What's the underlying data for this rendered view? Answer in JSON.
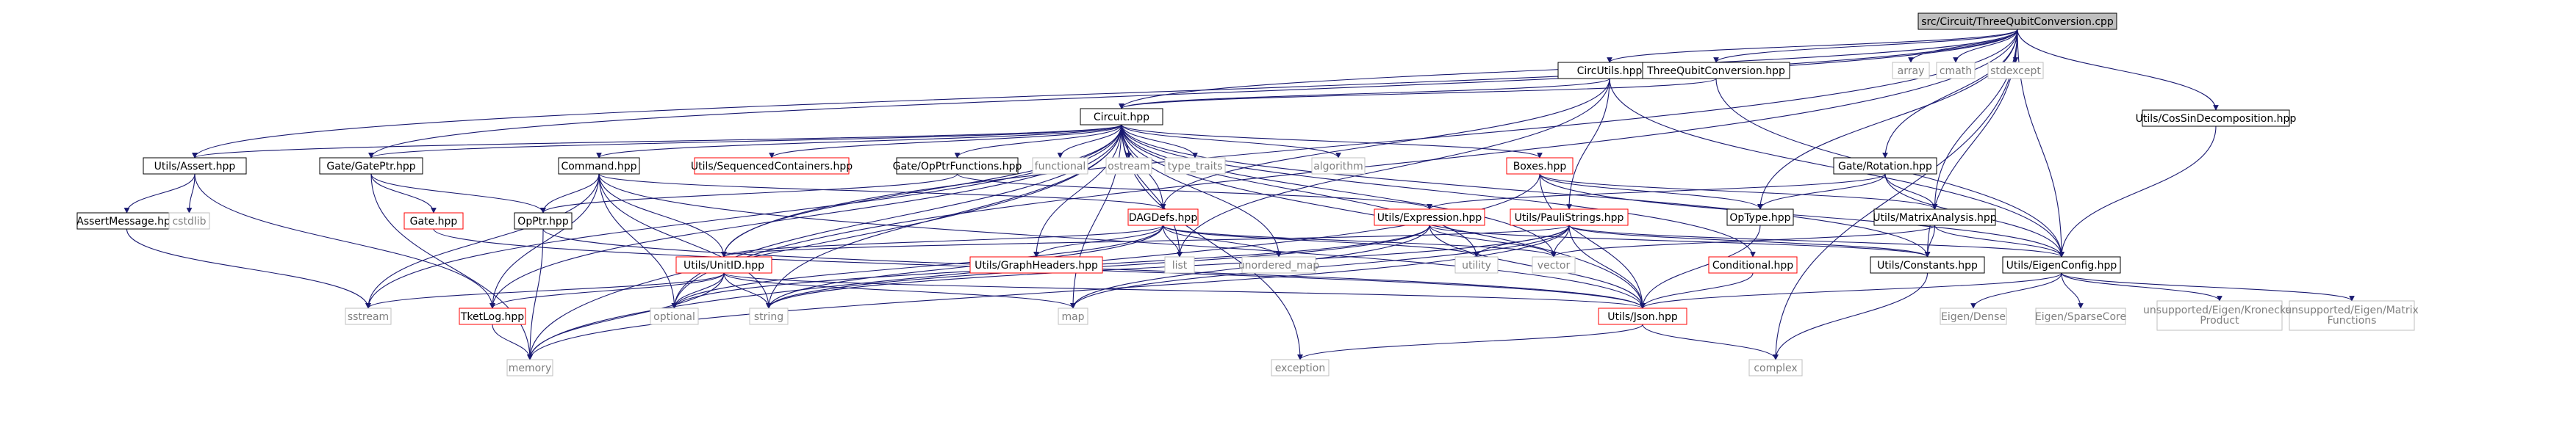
{
  "diagram": {
    "title": "src/Circuit/ThreeQubitConversion.cpp",
    "colors": {
      "edge": "#191970",
      "root_fill": "#bfbfbf",
      "root_border": "#000000",
      "node_border": "#000000",
      "truncated_border": "#ff0000",
      "system_border": "#bfbfbf",
      "system_text": "#7f7f7f",
      "text": "#000000"
    },
    "nodes": [
      {
        "id": "root",
        "label": "src/Circuit/ThreeQubitConversion.cpp",
        "kind": "root"
      },
      {
        "id": "circutils",
        "label": "CircUtils.hpp",
        "kind": "normal"
      },
      {
        "id": "tqc",
        "label": "ThreeQubitConversion.hpp",
        "kind": "normal"
      },
      {
        "id": "array",
        "label": "array",
        "kind": "system"
      },
      {
        "id": "cmath",
        "label": "cmath",
        "kind": "system"
      },
      {
        "id": "stdexcept",
        "label": "stdexcept",
        "kind": "system"
      },
      {
        "id": "cossin",
        "label": "Utils/CosSinDecomposition.hpp",
        "kind": "normal"
      },
      {
        "id": "circuit",
        "label": "Circuit.hpp",
        "kind": "normal"
      },
      {
        "id": "assert",
        "label": "Utils/Assert.hpp",
        "kind": "normal"
      },
      {
        "id": "gateptr",
        "label": "Gate/GatePtr.hpp",
        "kind": "normal"
      },
      {
        "id": "command",
        "label": "Command.hpp",
        "kind": "normal"
      },
      {
        "id": "seqcont",
        "label": "Utils/SequencedContainers.hpp",
        "kind": "truncated"
      },
      {
        "id": "opptrfn",
        "label": "Gate/OpPtrFunctions.hpp",
        "kind": "normal"
      },
      {
        "id": "functional",
        "label": "functional",
        "kind": "system"
      },
      {
        "id": "ostream",
        "label": "ostream",
        "kind": "system"
      },
      {
        "id": "typetraits",
        "label": "type_traits",
        "kind": "system"
      },
      {
        "id": "algorithm",
        "label": "algorithm",
        "kind": "system"
      },
      {
        "id": "boxes",
        "label": "Boxes.hpp",
        "kind": "truncated"
      },
      {
        "id": "rotation",
        "label": "Gate/Rotation.hpp",
        "kind": "normal"
      },
      {
        "id": "assertmsg",
        "label": "AssertMessage.hpp",
        "kind": "normal"
      },
      {
        "id": "cstdlib",
        "label": "cstdlib",
        "kind": "system"
      },
      {
        "id": "gate",
        "label": "Gate.hpp",
        "kind": "truncated"
      },
      {
        "id": "opptr",
        "label": "OpPtr.hpp",
        "kind": "normal"
      },
      {
        "id": "dagdefs",
        "label": "DAGDefs.hpp",
        "kind": "truncated"
      },
      {
        "id": "expression",
        "label": "Utils/Expression.hpp",
        "kind": "truncated"
      },
      {
        "id": "paulistrings",
        "label": "Utils/PauliStrings.hpp",
        "kind": "truncated"
      },
      {
        "id": "optype",
        "label": "OpType.hpp",
        "kind": "normal"
      },
      {
        "id": "matrix",
        "label": "Utils/MatrixAnalysis.hpp",
        "kind": "normal"
      },
      {
        "id": "unitid",
        "label": "Utils/UnitID.hpp",
        "kind": "truncated"
      },
      {
        "id": "graphheaders",
        "label": "Utils/GraphHeaders.hpp",
        "kind": "truncated"
      },
      {
        "id": "list",
        "label": "list",
        "kind": "system"
      },
      {
        "id": "unorderedmap",
        "label": "unordered_map",
        "kind": "system"
      },
      {
        "id": "utility",
        "label": "utility",
        "kind": "system"
      },
      {
        "id": "vector",
        "label": "vector",
        "kind": "system"
      },
      {
        "id": "conditional",
        "label": "Conditional.hpp",
        "kind": "truncated"
      },
      {
        "id": "constants",
        "label": "Utils/Constants.hpp",
        "kind": "normal"
      },
      {
        "id": "eigenconfig",
        "label": "Utils/EigenConfig.hpp",
        "kind": "normal"
      },
      {
        "id": "sstream",
        "label": "sstream",
        "kind": "system"
      },
      {
        "id": "tketlog",
        "label": "TketLog.hpp",
        "kind": "truncated"
      },
      {
        "id": "optional",
        "label": "optional",
        "kind": "system"
      },
      {
        "id": "string",
        "label": "string",
        "kind": "system"
      },
      {
        "id": "map",
        "label": "map",
        "kind": "system"
      },
      {
        "id": "json",
        "label": "Utils/Json.hpp",
        "kind": "truncated"
      },
      {
        "id": "eigendense",
        "label": "Eigen/Dense",
        "kind": "system"
      },
      {
        "id": "eigensparse",
        "label": "Eigen/SparseCore",
        "kind": "system"
      },
      {
        "id": "kron",
        "label": "unsupported/Eigen/Kronecker Product",
        "kind": "system"
      },
      {
        "id": "matfn",
        "label": "unsupported/Eigen/Matrix Functions",
        "kind": "system"
      },
      {
        "id": "memory",
        "label": "memory",
        "kind": "system"
      },
      {
        "id": "exception",
        "label": "exception",
        "kind": "system"
      },
      {
        "id": "complex",
        "label": "complex",
        "kind": "system"
      }
    ],
    "edges": [
      [
        "root",
        "circutils"
      ],
      [
        "root",
        "tqc"
      ],
      [
        "root",
        "array"
      ],
      [
        "root",
        "cmath"
      ],
      [
        "root",
        "stdexcept"
      ],
      [
        "root",
        "cossin"
      ],
      [
        "root",
        "circuit"
      ],
      [
        "root",
        "assert"
      ],
      [
        "root",
        "gateptr"
      ],
      [
        "root",
        "rotation"
      ],
      [
        "root",
        "optype"
      ],
      [
        "root",
        "matrix"
      ],
      [
        "root",
        "constants"
      ],
      [
        "root",
        "eigenconfig"
      ],
      [
        "root",
        "complex"
      ],
      [
        "root",
        "optional"
      ],
      [
        "root",
        "unitid"
      ],
      [
        "circutils",
        "circuit"
      ],
      [
        "circutils",
        "paulistrings"
      ],
      [
        "circutils",
        "eigenconfig"
      ],
      [
        "circutils",
        "dagdefs"
      ],
      [
        "circutils",
        "list"
      ],
      [
        "tqc",
        "circuit"
      ],
      [
        "tqc",
        "eigenconfig"
      ],
      [
        "cossin",
        "eigenconfig"
      ],
      [
        "circuit",
        "assert"
      ],
      [
        "circuit",
        "gateptr"
      ],
      [
        "circuit",
        "command"
      ],
      [
        "circuit",
        "seqcont"
      ],
      [
        "circuit",
        "opptrfn"
      ],
      [
        "circuit",
        "functional"
      ],
      [
        "circuit",
        "ostream"
      ],
      [
        "circuit",
        "typetraits"
      ],
      [
        "circuit",
        "algorithm"
      ],
      [
        "circuit",
        "boxes"
      ],
      [
        "circuit",
        "conditional"
      ],
      [
        "circuit",
        "dagdefs"
      ],
      [
        "circuit",
        "graphheaders"
      ],
      [
        "circuit",
        "unitid"
      ],
      [
        "circuit",
        "json"
      ],
      [
        "circuit",
        "tketlog"
      ],
      [
        "circuit",
        "optional"
      ],
      [
        "circuit",
        "memory"
      ],
      [
        "circuit",
        "sstream"
      ],
      [
        "circuit",
        "exception"
      ],
      [
        "circuit",
        "utility"
      ],
      [
        "circuit",
        "vector"
      ],
      [
        "circuit",
        "list"
      ],
      [
        "circuit",
        "unorderedmap"
      ],
      [
        "circuit",
        "map"
      ],
      [
        "circuit",
        "string"
      ],
      [
        "circuit",
        "constants"
      ],
      [
        "assert",
        "assertmsg"
      ],
      [
        "assert",
        "cstdlib"
      ],
      [
        "assert",
        "tketlog"
      ],
      [
        "assertmsg",
        "sstream"
      ],
      [
        "gateptr",
        "opptr"
      ],
      [
        "gateptr",
        "memory"
      ],
      [
        "gateptr",
        "gate"
      ],
      [
        "command",
        "opptr"
      ],
      [
        "command",
        "unitid"
      ],
      [
        "command",
        "optional"
      ],
      [
        "command",
        "tketlog"
      ],
      [
        "command",
        "sstream"
      ],
      [
        "command",
        "string"
      ],
      [
        "command",
        "dagdefs"
      ],
      [
        "command",
        "json"
      ],
      [
        "opptrfn",
        "expression"
      ],
      [
        "opptrfn",
        "opptr"
      ],
      [
        "boxes",
        "optype"
      ],
      [
        "boxes",
        "matrix"
      ],
      [
        "boxes",
        "eigenconfig"
      ],
      [
        "boxes",
        "json"
      ],
      [
        "boxes",
        "memory"
      ],
      [
        "rotation",
        "optype"
      ],
      [
        "rotation",
        "matrix"
      ],
      [
        "rotation",
        "expression"
      ],
      [
        "rotation",
        "eigenconfig"
      ],
      [
        "gate",
        "json"
      ],
      [
        "opptr",
        "memory"
      ],
      [
        "opptr",
        "json"
      ],
      [
        "dagdefs",
        "graphheaders"
      ],
      [
        "dagdefs",
        "unitid"
      ],
      [
        "dagdefs",
        "list"
      ],
      [
        "dagdefs",
        "unorderedmap"
      ],
      [
        "dagdefs",
        "utility"
      ],
      [
        "dagdefs",
        "vector"
      ],
      [
        "dagdefs",
        "optional"
      ],
      [
        "dagdefs",
        "string"
      ],
      [
        "expression",
        "json"
      ],
      [
        "expression",
        "map"
      ],
      [
        "expression",
        "string"
      ],
      [
        "expression",
        "optional"
      ],
      [
        "expression",
        "vector"
      ],
      [
        "expression",
        "constants"
      ],
      [
        "paulistrings",
        "unitid"
      ],
      [
        "paulistrings",
        "json"
      ],
      [
        "paulistrings",
        "eigenconfig"
      ],
      [
        "paulistrings",
        "map"
      ],
      [
        "paulistrings",
        "vector"
      ],
      [
        "paulistrings",
        "utility"
      ],
      [
        "paulistrings",
        "string"
      ],
      [
        "paulistrings",
        "constants"
      ],
      [
        "paulistrings",
        "memory"
      ],
      [
        "optype",
        "json"
      ],
      [
        "matrix",
        "constants"
      ],
      [
        "matrix",
        "eigenconfig"
      ],
      [
        "matrix",
        "vector"
      ],
      [
        "unitid",
        "tketlog"
      ],
      [
        "unitid",
        "sstream"
      ],
      [
        "unitid",
        "optional"
      ],
      [
        "unitid",
        "string"
      ],
      [
        "unitid",
        "json"
      ],
      [
        "unitid",
        "memory"
      ],
      [
        "unitid",
        "map"
      ],
      [
        "conditional",
        "json"
      ],
      [
        "constants",
        "complex"
      ],
      [
        "eigenconfig",
        "eigendense"
      ],
      [
        "eigenconfig",
        "eigensparse"
      ],
      [
        "eigenconfig",
        "kron"
      ],
      [
        "eigenconfig",
        "matfn"
      ],
      [
        "eigenconfig",
        "json"
      ],
      [
        "tketlog",
        "memory"
      ],
      [
        "json",
        "exception"
      ],
      [
        "json",
        "complex"
      ]
    ]
  }
}
